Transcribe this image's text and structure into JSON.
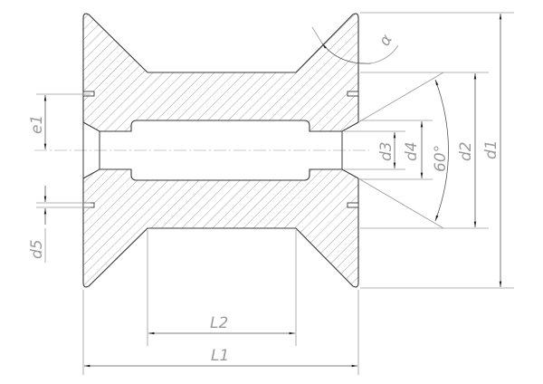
{
  "drawing": {
    "title": "Roller cross-section",
    "labels": {
      "d1": "d1",
      "d2": "d2",
      "d3": "d3",
      "d4": "d4",
      "d5": "d5",
      "e1": "e1",
      "L1": "L1",
      "L2": "L2",
      "angle_60": "60°",
      "alpha": "α"
    },
    "colors": {
      "outline": "#3a3a3a",
      "dimension": "#9a9a9a",
      "label": "#9a9a9a"
    }
  }
}
